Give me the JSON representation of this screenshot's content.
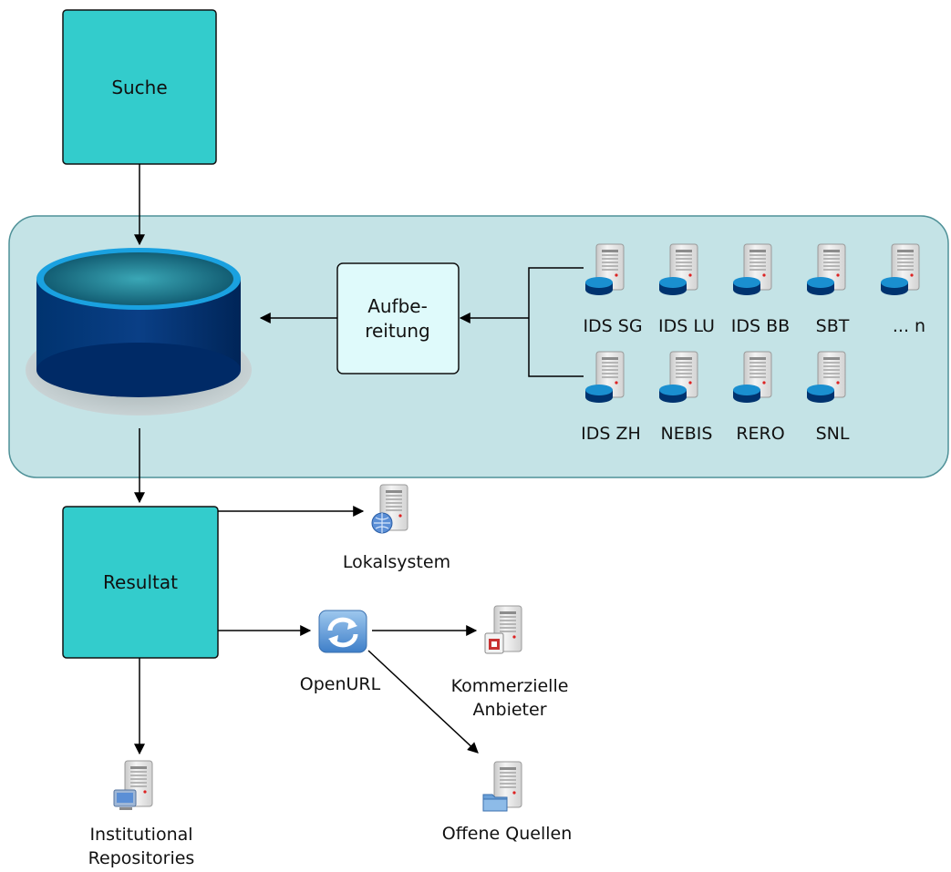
{
  "colors": {
    "box_fill": "#33cccc",
    "panel_fill": "#c4e3e6",
    "panel_border": "#4f9198",
    "process_fill": "#dffafb",
    "db_top": "#1aa1e0",
    "db_body": "#002a6e"
  },
  "nodes": {
    "search": "Suche",
    "process_line1": "Aufbe-",
    "process_line2": "reitung",
    "result": "Resultat"
  },
  "sources_row1": [
    "IDS SG",
    "IDS LU",
    "IDS BB",
    "SBT",
    "... n"
  ],
  "sources_row2": [
    "IDS ZH",
    "NEBIS",
    "RERO",
    "SNL"
  ],
  "targets": {
    "local": "Lokalsystem",
    "openurl": "OpenURL",
    "commercial_line1": "Kommerzielle",
    "commercial_line2": "Anbieter",
    "open_sources": "Offene Quellen",
    "repo_line1": "Institutional",
    "repo_line2": "Repositories"
  },
  "icons": {
    "database": "database-icon",
    "source_server": "server-database-icon",
    "local_server": "server-globe-icon",
    "openurl": "sync-arrows-icon",
    "commercial_server": "server-shop-icon",
    "open_server": "server-folder-icon",
    "repo_server": "server-monitor-icon"
  }
}
